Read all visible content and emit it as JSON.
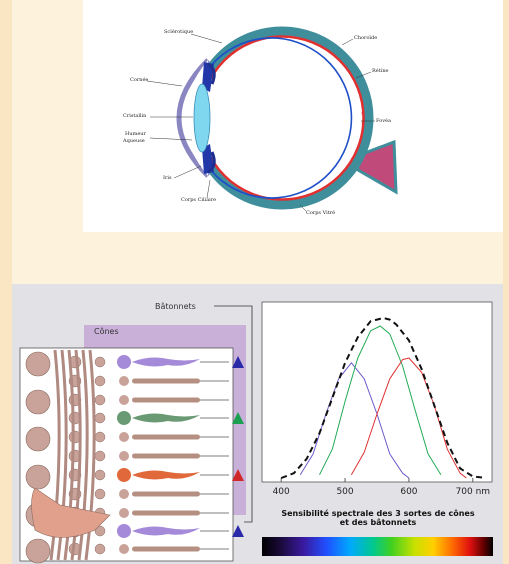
{
  "eye": {
    "labels": {
      "sclerotique": "Sclérotique",
      "choroide": "Choroïde",
      "retine": "Rétine",
      "cornee": "Cornée",
      "cristallin": "Cristallin",
      "humeur_line1": "Humeur",
      "humeur_line2": "Aqueuse",
      "fovea": "Fovéa",
      "iris": "Iris",
      "corps_ciliaire": "Corps Ciliaire",
      "corps_vitre": "Corps Vitré"
    }
  },
  "retina_cells": {
    "batonnets_label": "Bâtonnets",
    "cones_label": "Cônes"
  },
  "chart_data": {
    "type": "line",
    "x_ticks": [
      400,
      500,
      600,
      700
    ],
    "x_unit": "nm",
    "xlim": [
      370,
      730
    ],
    "ylim": [
      0,
      1
    ],
    "series": [
      {
        "color": "#6a5acd",
        "style": "solid",
        "peak": 510,
        "x": [
          430,
          450,
          470,
          490,
          510,
          530,
          550,
          570,
          590,
          600
        ],
        "y": [
          0.02,
          0.15,
          0.4,
          0.62,
          0.72,
          0.62,
          0.4,
          0.15,
          0.03,
          0.0
        ]
      },
      {
        "color": "#22aa55",
        "style": "solid",
        "peak": 555,
        "x": [
          460,
          480,
          500,
          520,
          540,
          555,
          570,
          590,
          610,
          630,
          650
        ],
        "y": [
          0.02,
          0.18,
          0.48,
          0.75,
          0.92,
          0.95,
          0.9,
          0.7,
          0.42,
          0.15,
          0.02
        ]
      },
      {
        "color": "#e03030",
        "style": "solid",
        "peak": 600,
        "x": [
          510,
          530,
          550,
          570,
          590,
          600,
          620,
          640,
          660,
          680,
          690
        ],
        "y": [
          0.02,
          0.16,
          0.4,
          0.62,
          0.74,
          0.75,
          0.66,
          0.45,
          0.18,
          0.03,
          0.0
        ]
      },
      {
        "color": "#111111",
        "style": "dashed",
        "peak": 565,
        "x": [
          400,
          420,
          440,
          460,
          480,
          500,
          520,
          540,
          560,
          570,
          580,
          600,
          620,
          640,
          660,
          680,
          700,
          720
        ],
        "y": [
          0.0,
          0.03,
          0.12,
          0.28,
          0.5,
          0.72,
          0.88,
          0.98,
          1.0,
          0.99,
          0.96,
          0.86,
          0.68,
          0.45,
          0.22,
          0.06,
          0.01,
          0.0
        ]
      }
    ],
    "title_line1": "Sensibilité spectrale des 3 sortes de cônes",
    "title_line2": "et des bâtonnets"
  },
  "colors": {
    "sclera": "#3e8e9c",
    "choroid": "#e03030",
    "retina": "#2050c8",
    "lens": "#7fd7ef",
    "cornea": "#8a86c2",
    "cell_body": "#c9a39a",
    "rod_cone": "#b59082",
    "cone_blue": "#a48ad8",
    "cone_green": "#6a9a74",
    "cone_red": "#e0683a",
    "triangle_blue": "#2a2aa8",
    "triangle_green": "#1aa050",
    "triangle_red": "#d02828",
    "cones_box": "#c9b0d8"
  }
}
